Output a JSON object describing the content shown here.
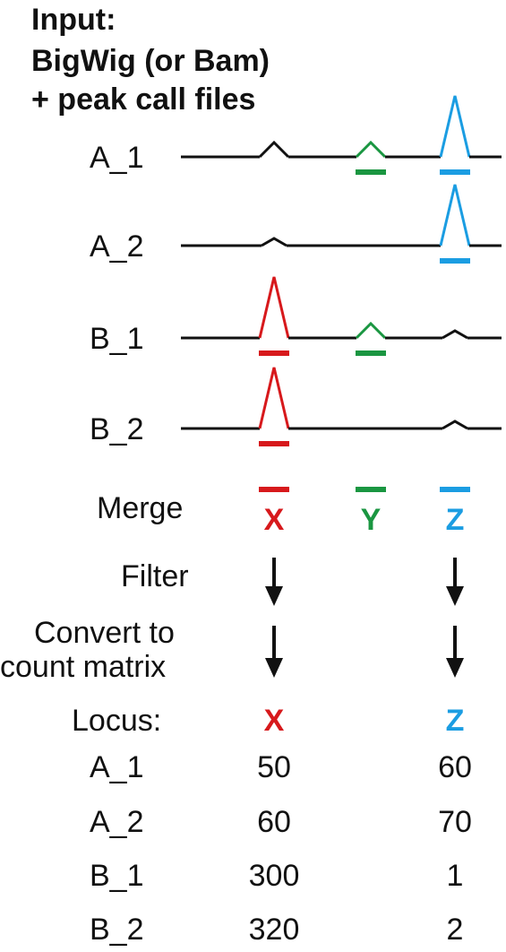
{
  "title": [
    "Input:",
    "BigWig (or Bam)",
    "+ peak call files"
  ],
  "colors": {
    "X": "#d7191c",
    "Y": "#1a9641",
    "Z": "#1b9de2",
    "baseline": "#111111"
  },
  "samples": [
    {
      "name": "A_1",
      "bumps": [
        {
          "locus": "X",
          "height": "small",
          "called": false
        },
        {
          "locus": "Y",
          "height": "small",
          "called": true
        },
        {
          "locus": "Z",
          "height": "tall",
          "called": true
        }
      ]
    },
    {
      "name": "A_2",
      "bumps": [
        {
          "locus": "X",
          "height": "tiny",
          "called": false
        },
        {
          "locus": "Z",
          "height": "tall",
          "called": true
        }
      ]
    },
    {
      "name": "B_1",
      "bumps": [
        {
          "locus": "X",
          "height": "tall",
          "called": true
        },
        {
          "locus": "Y",
          "height": "small",
          "called": true
        },
        {
          "locus": "Z",
          "height": "tiny",
          "called": false
        }
      ]
    },
    {
      "name": "B_2",
      "bumps": [
        {
          "locus": "X",
          "height": "tall",
          "called": true
        },
        {
          "locus": "Z",
          "height": "tiny",
          "called": false
        }
      ]
    }
  ],
  "steps": {
    "merge": "Merge",
    "filter": "Filter",
    "convert": [
      "Convert to",
      "count matrix"
    ],
    "locus_header": "Locus:"
  },
  "merged_loci": [
    "X",
    "Y",
    "Z"
  ],
  "filtered_loci": [
    "X",
    "Z"
  ],
  "count_matrix": {
    "rows": [
      {
        "sample": "A_1",
        "X": "50",
        "Z": "60"
      },
      {
        "sample": "A_2",
        "X": "60",
        "Z": "70"
      },
      {
        "sample": "B_1",
        "X": "300",
        "Z": "1"
      },
      {
        "sample": "B_2",
        "X": "320",
        "Z": "2"
      }
    ]
  }
}
